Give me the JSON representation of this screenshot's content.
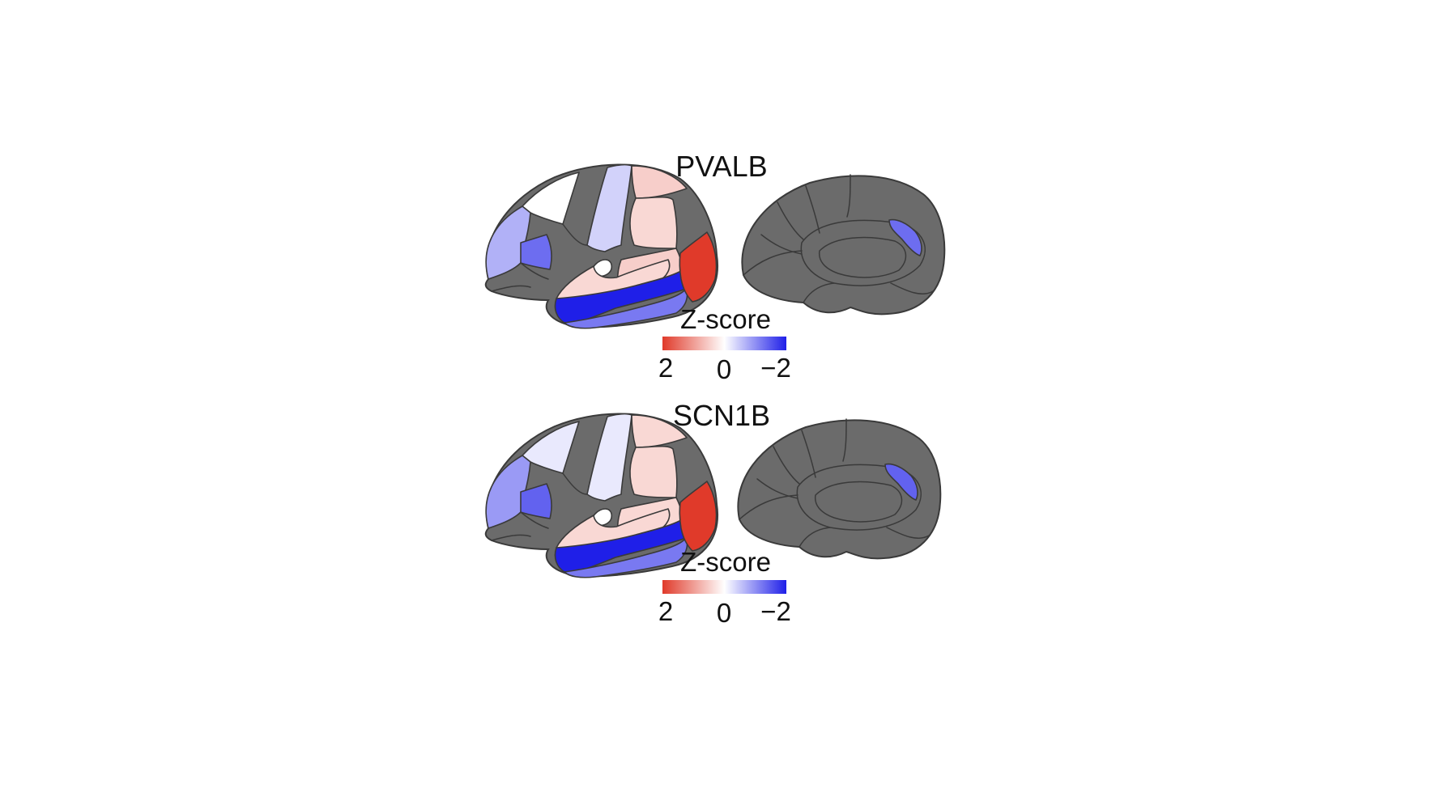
{
  "colors": {
    "unassigned_region": "#6b6b6b",
    "outline": "#3a3a3a",
    "scale_high": "#e03a2a",
    "scale_mid": "#ffffff",
    "scale_low": "#1f1fe8"
  },
  "panels": [
    {
      "title": "PVALB",
      "colorbar": {
        "title": "Z-score",
        "ticks": [
          "2",
          "0",
          "−2"
        ]
      },
      "lateral_region_zscores": {
        "superior-frontal": 0.0,
        "rostral-middle-frontal": -0.7,
        "pars-triangularis": -1.3,
        "precentral": -0.4,
        "postcentral": 0.5,
        "supramarginal": 0.4,
        "superior-parietal": 0.5,
        "superior-temporal": 0.4,
        "middle-temporal": -2.0,
        "inferior-temporal": -1.2,
        "lateral-occipital": 2.0,
        "transverse-temporal": 0.0
      },
      "medial_region_zscores": {
        "caudal-anterior-cingulate": -1.3
      }
    },
    {
      "title": "SCN1B",
      "colorbar": {
        "title": "Z-score",
        "ticks": [
          "2",
          "0",
          "−2"
        ]
      },
      "lateral_region_zscores": {
        "superior-frontal": -0.2,
        "rostral-middle-frontal": -0.9,
        "pars-triangularis": -1.4,
        "precentral": -0.2,
        "postcentral": 0.4,
        "supramarginal": 0.4,
        "superior-parietal": 0.4,
        "superior-temporal": 0.4,
        "middle-temporal": -2.0,
        "inferior-temporal": -1.2,
        "lateral-occipital": 2.0,
        "transverse-temporal": 0.0
      },
      "medial_region_zscores": {
        "caudal-anterior-cingulate": -1.4
      }
    }
  ]
}
